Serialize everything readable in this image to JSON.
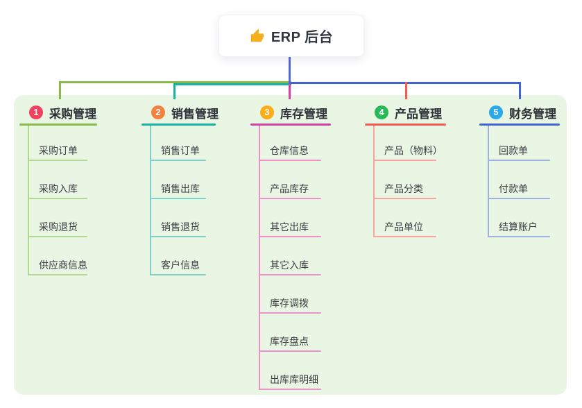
{
  "root": {
    "label": "ERP 后台",
    "icon": "thumbs-up-icon",
    "icon_color": "#f3b01c"
  },
  "colors": {
    "canvas_bg": "#ffffff",
    "panel_bg": "#e9f6e4",
    "root_edge": "#5467db",
    "title_text": "#2f3138",
    "child_text": "#3c3c42"
  },
  "branches": [
    {
      "number": "1",
      "title": "采购管理",
      "badge_color": "#f2415f",
      "line_color": "#88bb45",
      "light_color": "#b2d893",
      "children": [
        "采购订单",
        "采购入库",
        "采购退货",
        "供应商信息"
      ]
    },
    {
      "number": "2",
      "title": "销售管理",
      "badge_color": "#f6803f",
      "line_color": "#14b3a4",
      "light_color": "#7fd0c6",
      "children": [
        "销售订单",
        "销售出库",
        "销售退货",
        "客户信息"
      ]
    },
    {
      "number": "3",
      "title": "库存管理",
      "badge_color": "#fdae17",
      "line_color": "#d23fa5",
      "light_color": "#ee90cb",
      "children": [
        "仓库信息",
        "产品库存",
        "其它出库",
        "其它入库",
        "库存调拨",
        "库存盘点",
        "出库库明细"
      ]
    },
    {
      "number": "4",
      "title": "产品管理",
      "badge_color": "#29b857",
      "line_color": "#f45b51",
      "light_color": "#f9a49d",
      "children": [
        "产品（物料）",
        "产品分类",
        "产品单位"
      ]
    },
    {
      "number": "5",
      "title": "财务管理",
      "badge_color": "#2aa9ec",
      "line_color": "#3f63d5",
      "light_color": "#9fb2dd",
      "children": [
        "回款单",
        "付款单",
        "结算账户"
      ]
    }
  ]
}
